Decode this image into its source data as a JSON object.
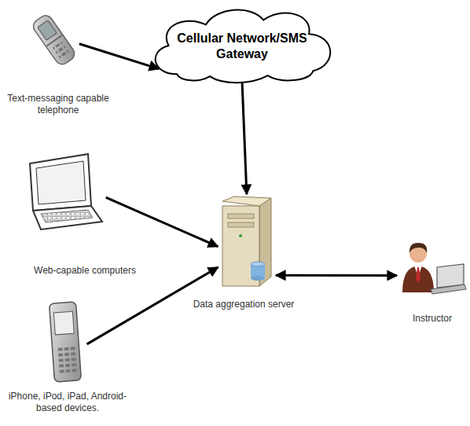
{
  "diagram": {
    "nodes": [
      {
        "text": [
          "Text-messaging capable telephone"
        ]
      },
      {
        "text": [
          "Cellular Network/SMS Gateway"
        ]
      },
      {
        "text": [
          "Web-capable computers"
        ]
      },
      {
        "text": [
          "Data aggregation server"
        ]
      },
      {
        "text": [
          "Instructor"
        ]
      },
      {
        "text": [
          "iPhone, iPod, iPad, Android-based devices."
        ]
      }
    ],
    "edges": [
      {
        "from": 0,
        "to": 1,
        "arrow": "to"
      },
      {
        "from": 1,
        "to": 3,
        "arrow": "to"
      },
      {
        "from": 2,
        "to": 3,
        "arrow": "to"
      },
      {
        "from": 5,
        "to": 3,
        "arrow": "to"
      },
      {
        "from": 3,
        "to": 4,
        "arrow": "both"
      }
    ]
  }
}
